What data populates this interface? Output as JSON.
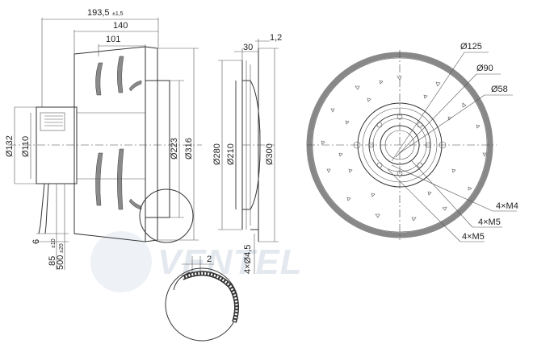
{
  "watermark": {
    "text": "VENTEL"
  },
  "side_view": {
    "overall_depth": "193,5",
    "overall_depth_tol": "±1,5",
    "depth_140": "140",
    "depth_101": "101",
    "dia_132": "Ø132",
    "dia_110": "Ø110",
    "dia_223": "Ø223",
    "dia_316": "Ø316",
    "dim_6": "6",
    "dim_85": "85",
    "dim_85_tol": "±10",
    "dim_500": "500",
    "dim_500_tol": "±20"
  },
  "inlet_view": {
    "dim_1_2": "1,2",
    "dim_30": "30",
    "dia_280": "Ø280",
    "dia_210": "Ø210",
    "dia_300": "Ø300",
    "holes_4_5": "4×Ø4,5"
  },
  "detail_view": {
    "dim_2": "2"
  },
  "front_view": {
    "dia_125": "Ø125",
    "dia_90": "Ø90",
    "dia_58": "Ø58",
    "thread_m4": "4×M4",
    "thread_m5_a": "4×M5",
    "thread_m5_b": "4×M5"
  },
  "colors": {
    "line": "#333333",
    "blade_fill": "#8a8a8a",
    "watermark": "#e4e9f0"
  }
}
